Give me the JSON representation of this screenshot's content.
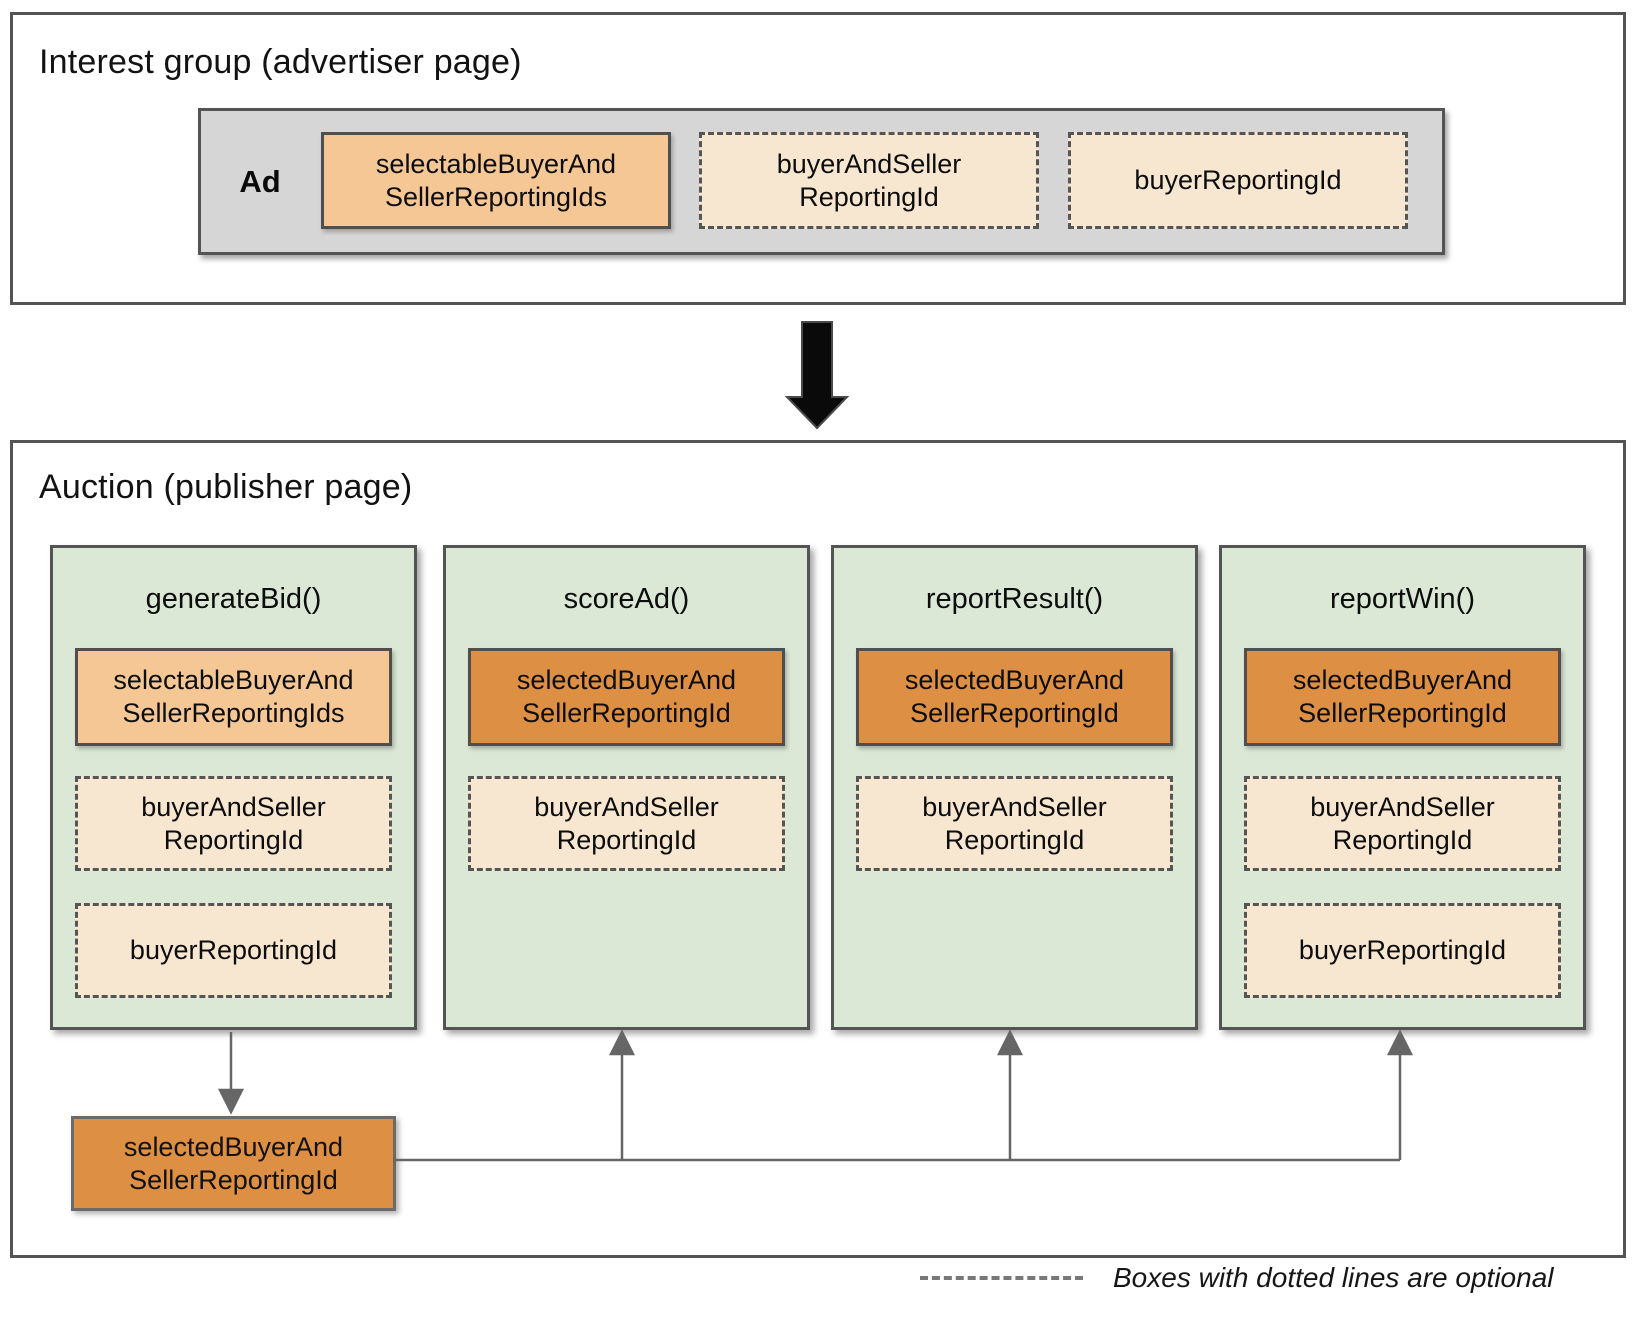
{
  "colors": {
    "panel_border": "#545454",
    "gray_fill": "#d6d6d6",
    "green_fill": "#dce8d6",
    "medium_orange": "#f4c795",
    "pale_orange": "#f8e7d0",
    "dark_orange": "#dd8f44",
    "connector_gray": "#666666",
    "block_arrow_black": "#0a0a0a"
  },
  "interest_group": {
    "title": "Interest group (advertiser page)",
    "ad_label": "Ad",
    "boxes": [
      {
        "label": "selectableBuyerAnd\nSellerReportingIds",
        "style": "solid"
      },
      {
        "label": "buyerAndSeller\nReportingId",
        "style": "dashed"
      },
      {
        "label": "buyerReportingId",
        "style": "dashed"
      }
    ]
  },
  "auction": {
    "title": "Auction (publisher page)",
    "columns": [
      {
        "title": "generateBid()",
        "boxes": [
          {
            "label": "selectableBuyerAnd\nSellerReportingIds",
            "style": "solid"
          },
          {
            "label": "buyerAndSeller\nReportingId",
            "style": "dashed"
          },
          {
            "label": "buyerReportingId",
            "style": "dashed"
          }
        ]
      },
      {
        "title": "scoreAd()",
        "boxes": [
          {
            "label": "selectedBuyerAnd\nSellerReportingId",
            "style": "solid"
          },
          {
            "label": "buyerAndSeller\nReportingId",
            "style": "dashed"
          }
        ]
      },
      {
        "title": "reportResult()",
        "boxes": [
          {
            "label": "selectedBuyerAnd\nSellerReportingId",
            "style": "solid"
          },
          {
            "label": "buyerAndSeller\nReportingId",
            "style": "dashed"
          }
        ]
      },
      {
        "title": "reportWin()",
        "boxes": [
          {
            "label": "selectedBuyerAnd\nSellerReportingId",
            "style": "solid"
          },
          {
            "label": "buyerAndSeller\nReportingId",
            "style": "dashed"
          },
          {
            "label": "buyerReportingId",
            "style": "dashed"
          }
        ]
      }
    ],
    "output_box": {
      "label": "selectedBuyerAnd\nSellerReportingId"
    }
  },
  "legend": {
    "label": "Boxes with dotted lines are optional"
  }
}
